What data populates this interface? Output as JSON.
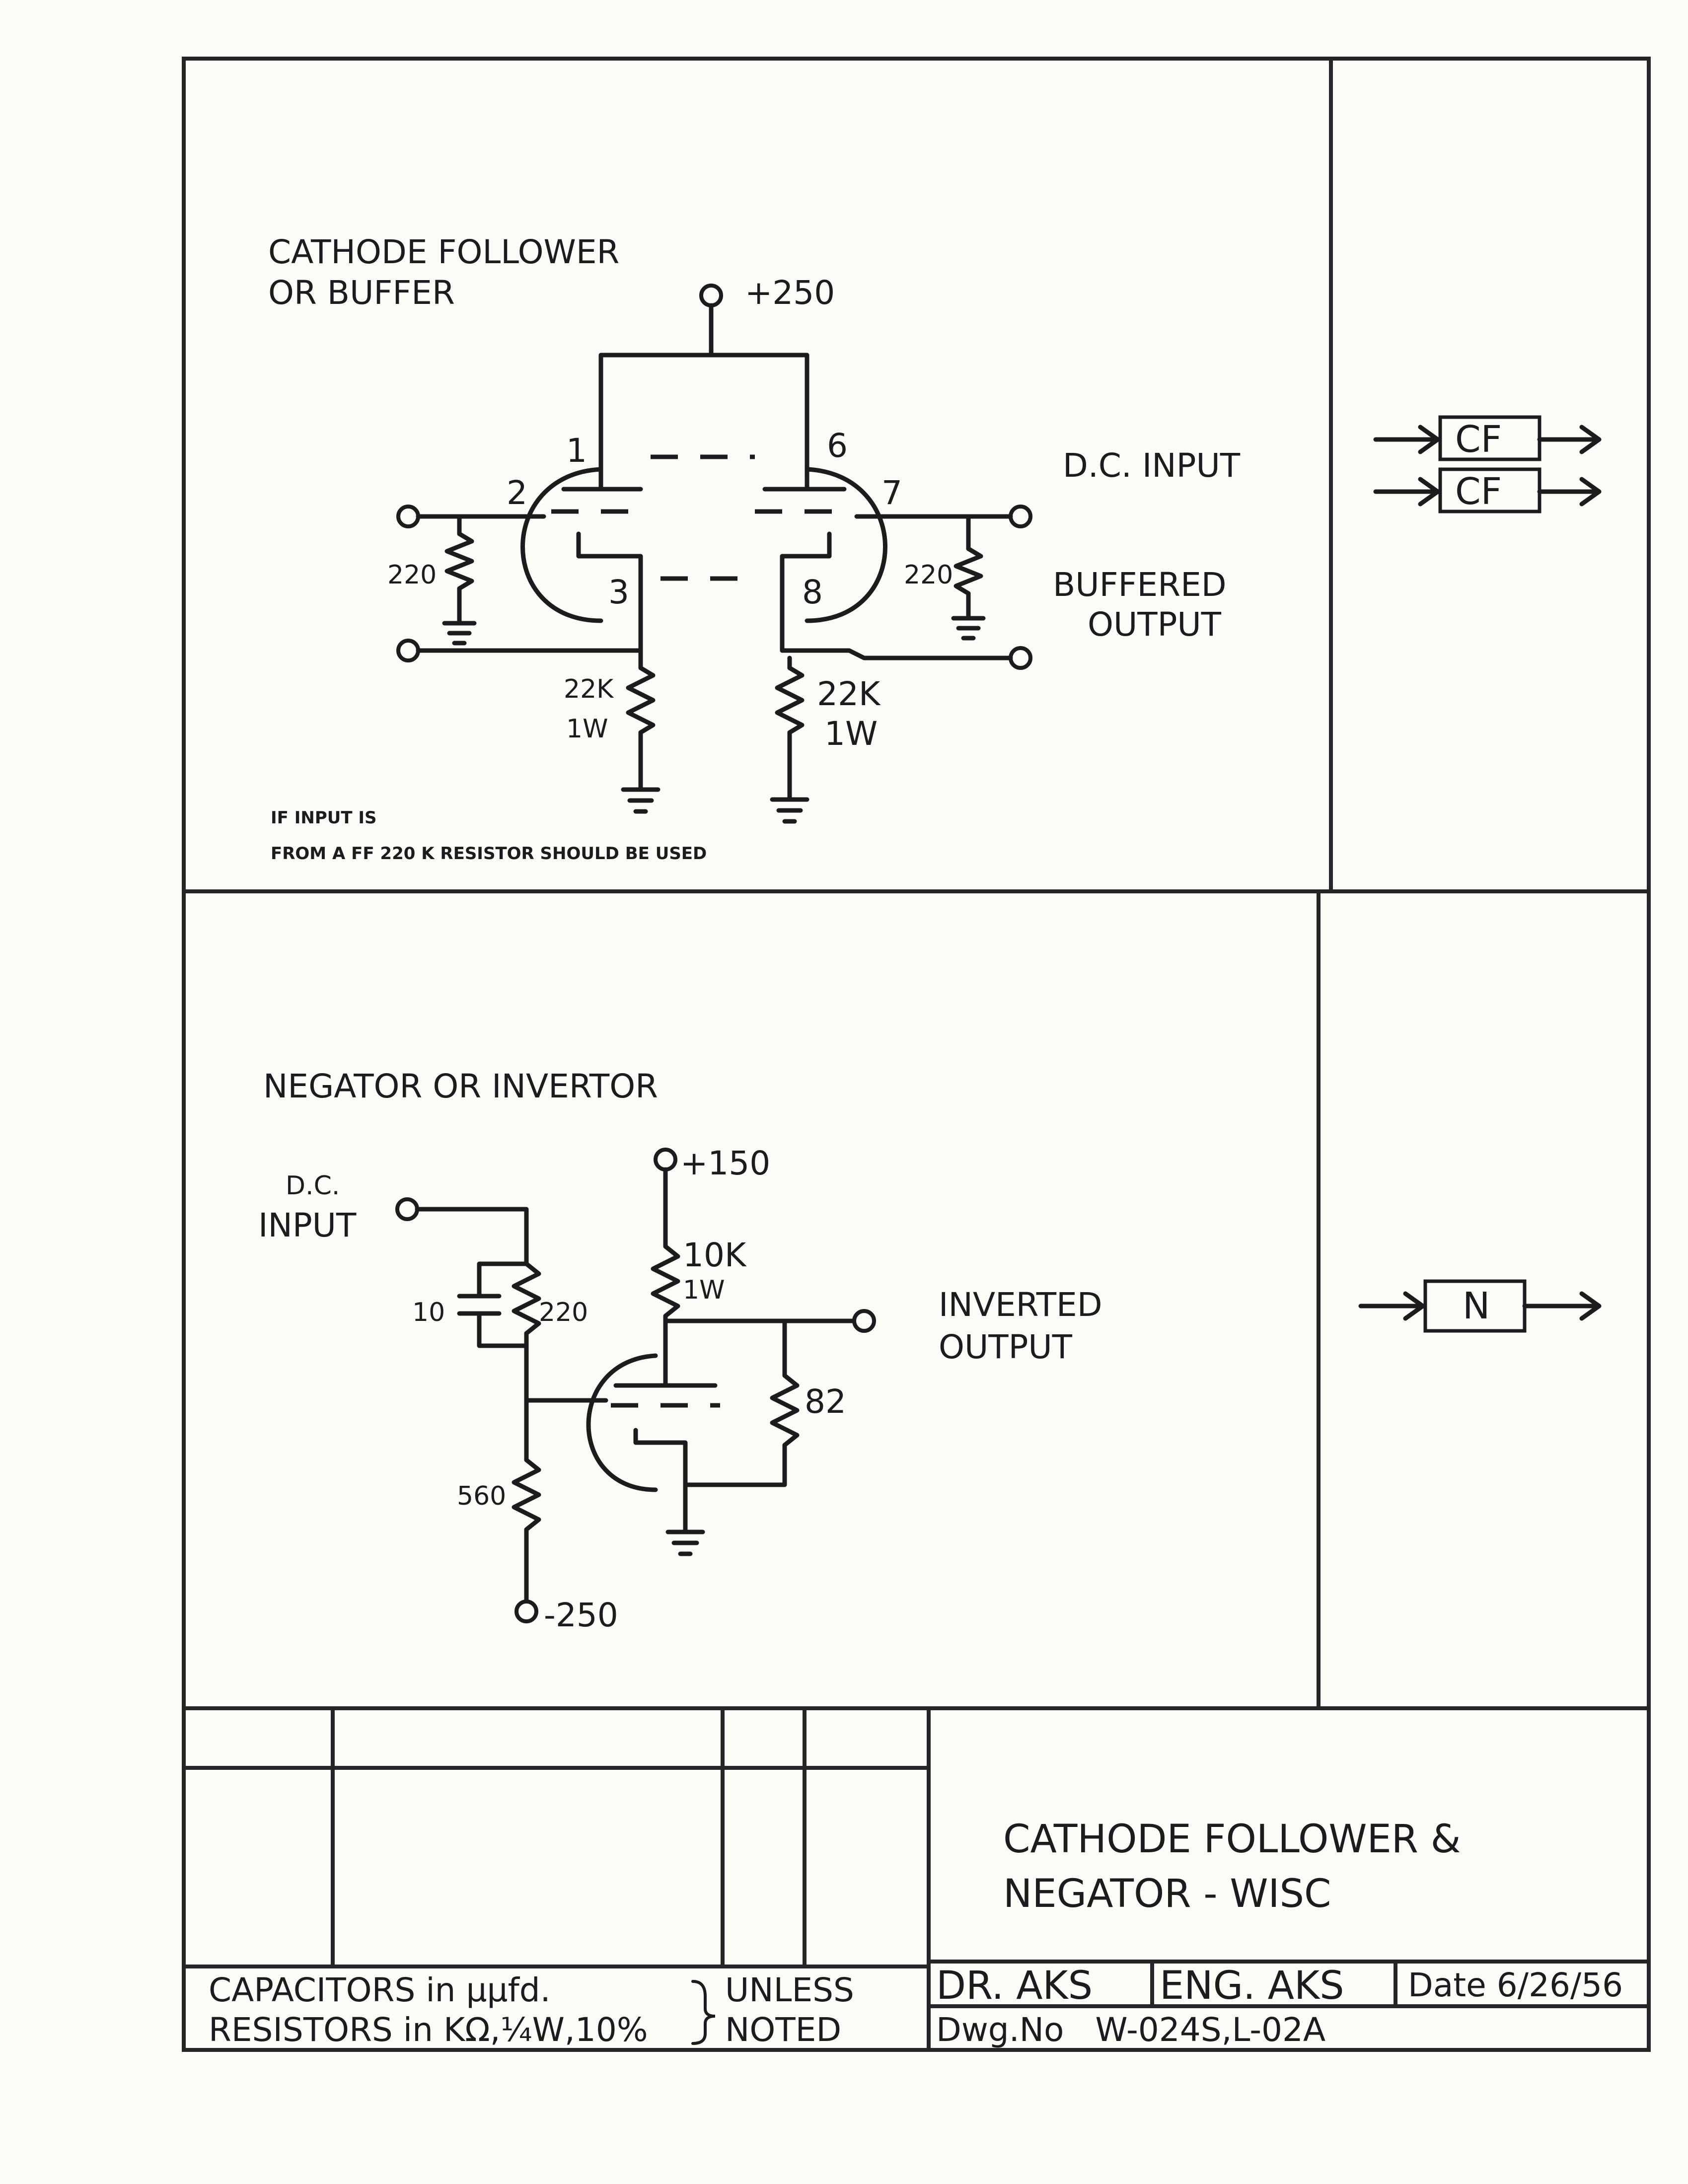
{
  "cf": {
    "title1": "CATHODE FOLLOWER",
    "title2": "OR BUFFER",
    "supply": "+250",
    "pin1": "1",
    "pin2": "2",
    "pin3": "3",
    "pin6": "6",
    "pin7": "7",
    "pin8": "8",
    "r_left": "220",
    "r_right": "220",
    "rk1_value": "22K",
    "rk1_power": "1W",
    "rk2_value": "22K",
    "rk2_power": "1W",
    "dc_input": "D.C. INPUT",
    "buffered1": "BUFFERED",
    "buffered2": "OUTPUT",
    "note1": "IF INPUT IS",
    "note2": "FROM A FF 220 K RESISTOR SHOULD BE USED",
    "symbol_label": "CF"
  },
  "neg": {
    "title": "NEGATOR OR INVERTOR",
    "dc1": "D.C.",
    "dc2": "INPUT",
    "supply_pos": "+150",
    "supply_neg": "-250",
    "cap": "10",
    "r_top": "220",
    "r_bottom": "560",
    "r_plate_value": "10K",
    "r_plate_power": "1W",
    "r_out": "82",
    "out1": "INVERTED",
    "out2": "OUTPUT",
    "symbol_label": "N"
  },
  "title_block": {
    "title1": "CATHODE FOLLOWER &",
    "title2": "NEGATOR - WISC",
    "dr": "DR. AKS",
    "eng": "ENG. AKS",
    "date": "Date 6/26/56",
    "dwg": "Dwg.No   W-024S,L-02A",
    "cap_note": "CAPACITORS in μμfd.",
    "res_note": "RESISTORS in KΩ,¼W,10%",
    "unless": "UNLESS",
    "noted": "NOTED"
  }
}
